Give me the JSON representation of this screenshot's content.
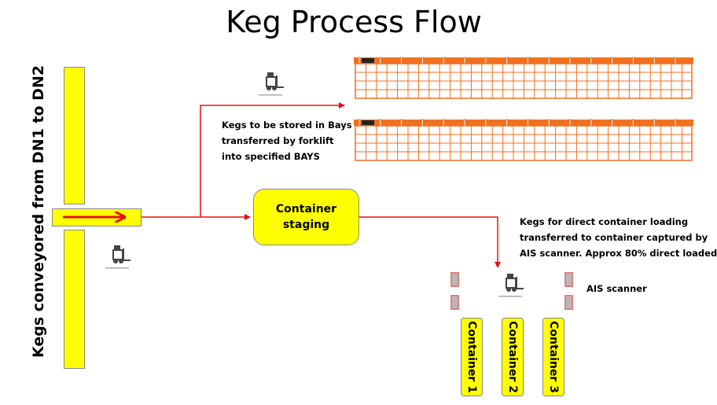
{
  "title": "Keg Process Flow",
  "side_label": "Kegs conveyored from DN1 to DN2",
  "bays_text": {
    "line1": "Kegs to be stored in Bays",
    "line2": "transferred by forklift",
    "line3": "into specified BAYS"
  },
  "staging": {
    "line1": "Container",
    "line2": "staging"
  },
  "direct_text": {
    "line1": "Kegs for direct container loading",
    "line2": "transferred to container captured by",
    "line3": "AIS scanner. Approx 80% direct loaded"
  },
  "scanner_label": "AIS scanner",
  "containers": [
    "Container 1",
    "Container 2",
    "Container 3"
  ],
  "colors": {
    "yellow": "#ffff00",
    "arrow_red": "#e81010",
    "bay_orange": "#f07020",
    "scanner_gray": "#b8b8b8"
  },
  "icons": [
    "forklift-icon",
    "forklift-icon",
    "forklift-icon"
  ]
}
